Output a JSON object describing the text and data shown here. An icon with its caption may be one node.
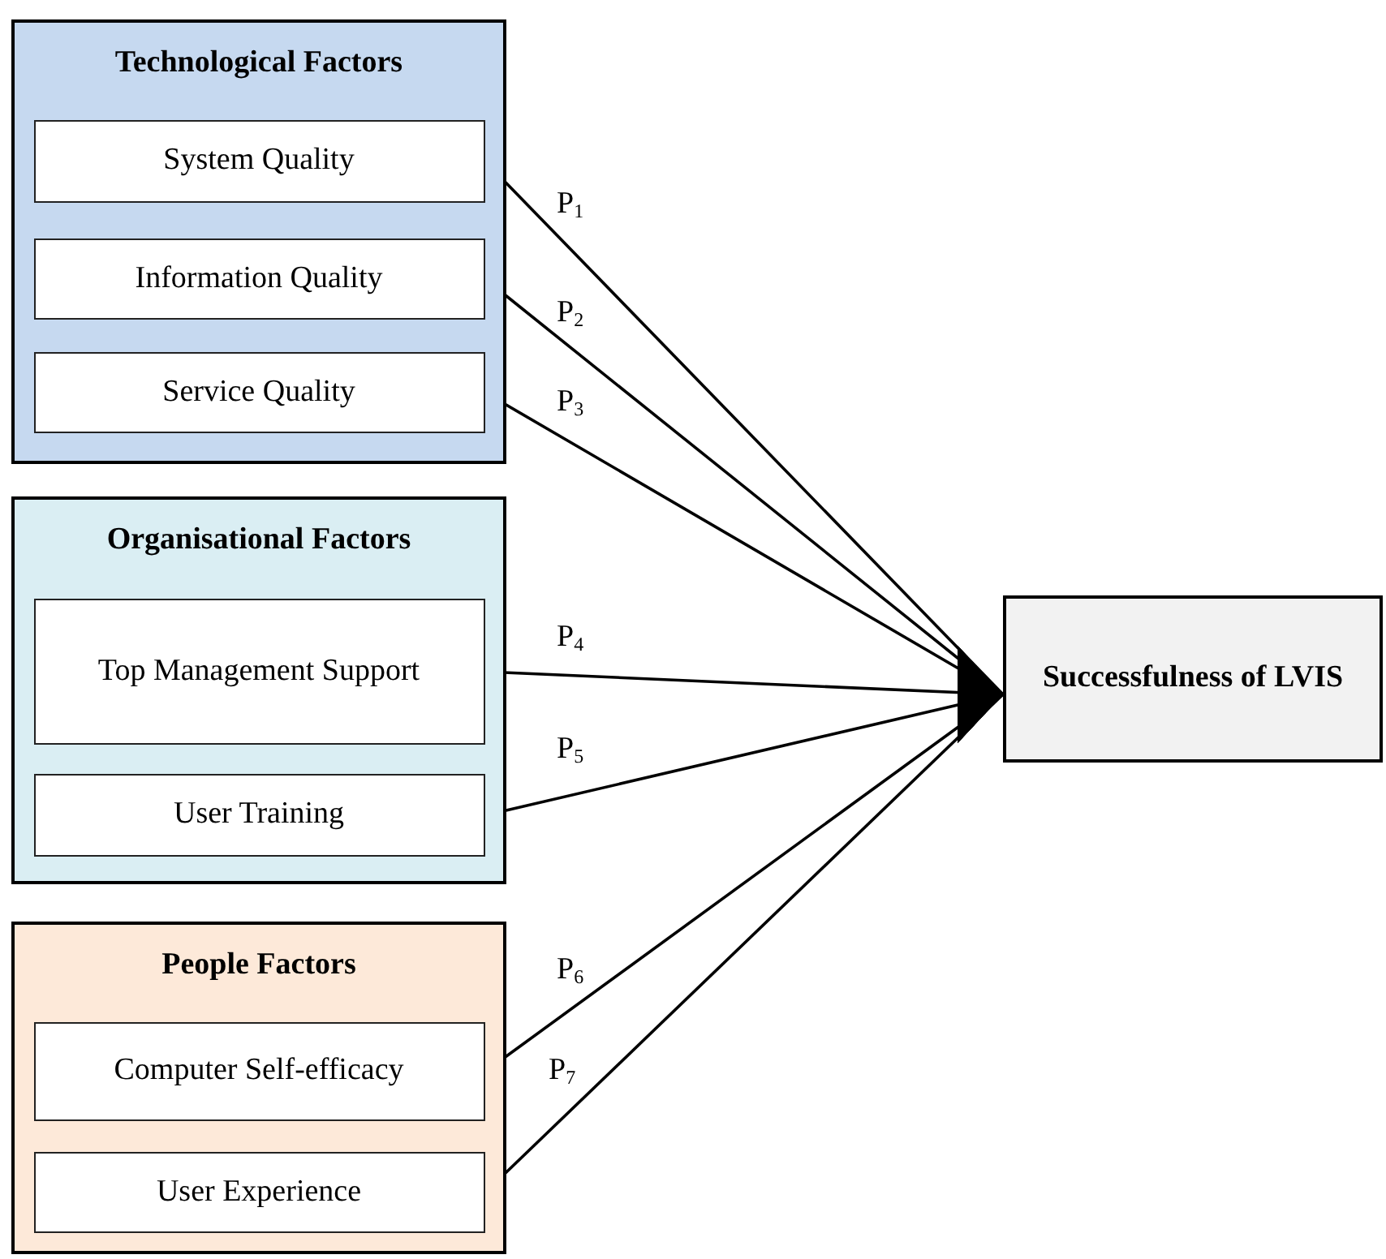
{
  "diagram": {
    "nodes": [
      {
        "text": [
          "Technological Factors"
        ]
      },
      {
        "text": [
          "System Quality"
        ],
        "in": 0
      },
      {
        "text": [
          "Information Quality"
        ],
        "in": 0
      },
      {
        "text": [
          "Service Quality"
        ],
        "in": 0
      },
      {
        "text": [
          "Organisational Factors"
        ]
      },
      {
        "text": [
          "Top Management Support"
        ],
        "in": 4
      },
      {
        "text": [
          "User Training"
        ],
        "in": 4
      },
      {
        "text": [
          "People Factors"
        ]
      },
      {
        "text": [
          "Computer Self-efficacy"
        ],
        "in": 7
      },
      {
        "text": [
          "User Experience"
        ],
        "in": 7
      },
      {
        "text": [
          "Successfulness of LVIS"
        ]
      }
    ],
    "edges": [
      {
        "from": 1,
        "to": 10,
        "arrow": "to",
        "label": "P$_{1}$"
      },
      {
        "from": 2,
        "to": 10,
        "arrow": "to",
        "label": "P$_{2}$"
      },
      {
        "from": 3,
        "to": 10,
        "arrow": "to",
        "label": "P$_{3}$"
      },
      {
        "from": 5,
        "to": 10,
        "arrow": "to",
        "label": "P$_{4}$"
      },
      {
        "from": 6,
        "to": 10,
        "arrow": "to",
        "label": "P$_{5}$"
      },
      {
        "from": 8,
        "to": 10,
        "arrow": "to",
        "label": "P$_{6}$"
      },
      {
        "from": 9,
        "to": 10,
        "arrow": "to",
        "label": "P$_{7}$"
      }
    ]
  }
}
